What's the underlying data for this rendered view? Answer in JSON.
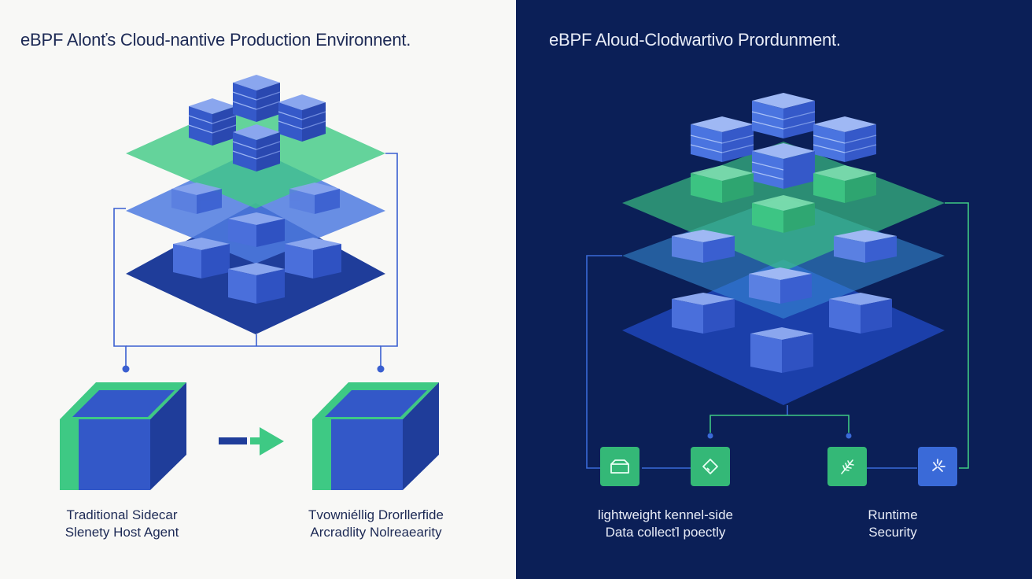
{
  "left_panel": {
    "title": "eBPF Alonťs Cloud-nantive Production Environnent.",
    "captions": {
      "traditional": [
        "Traditional Sidecar",
        "Slenety Host Agent"
      ],
      "target": [
        "Tvowniéllig Drorllerfide",
        "Arcradlity Nolreaearity"
      ]
    },
    "colors": {
      "green": "#3ec984",
      "blue": "#3358c8",
      "dark_blue": "#1f3d9a",
      "background": "#f8f8f6"
    }
  },
  "right_panel": {
    "title": "eBPF Aloud-Clodwartivo Prordunment.",
    "captions": {
      "kernel": [
        "lightweight kennel-side",
        "Data collecťl poectly"
      ],
      "runtime": [
        "Runtime",
        "Security"
      ]
    },
    "icons": [
      "folder-icon",
      "tag-icon",
      "wheat-icon",
      "sparkle-icon"
    ],
    "colors": {
      "green": "#3ec984",
      "blue": "#3a6ad8",
      "background": "#0b1f57"
    }
  }
}
